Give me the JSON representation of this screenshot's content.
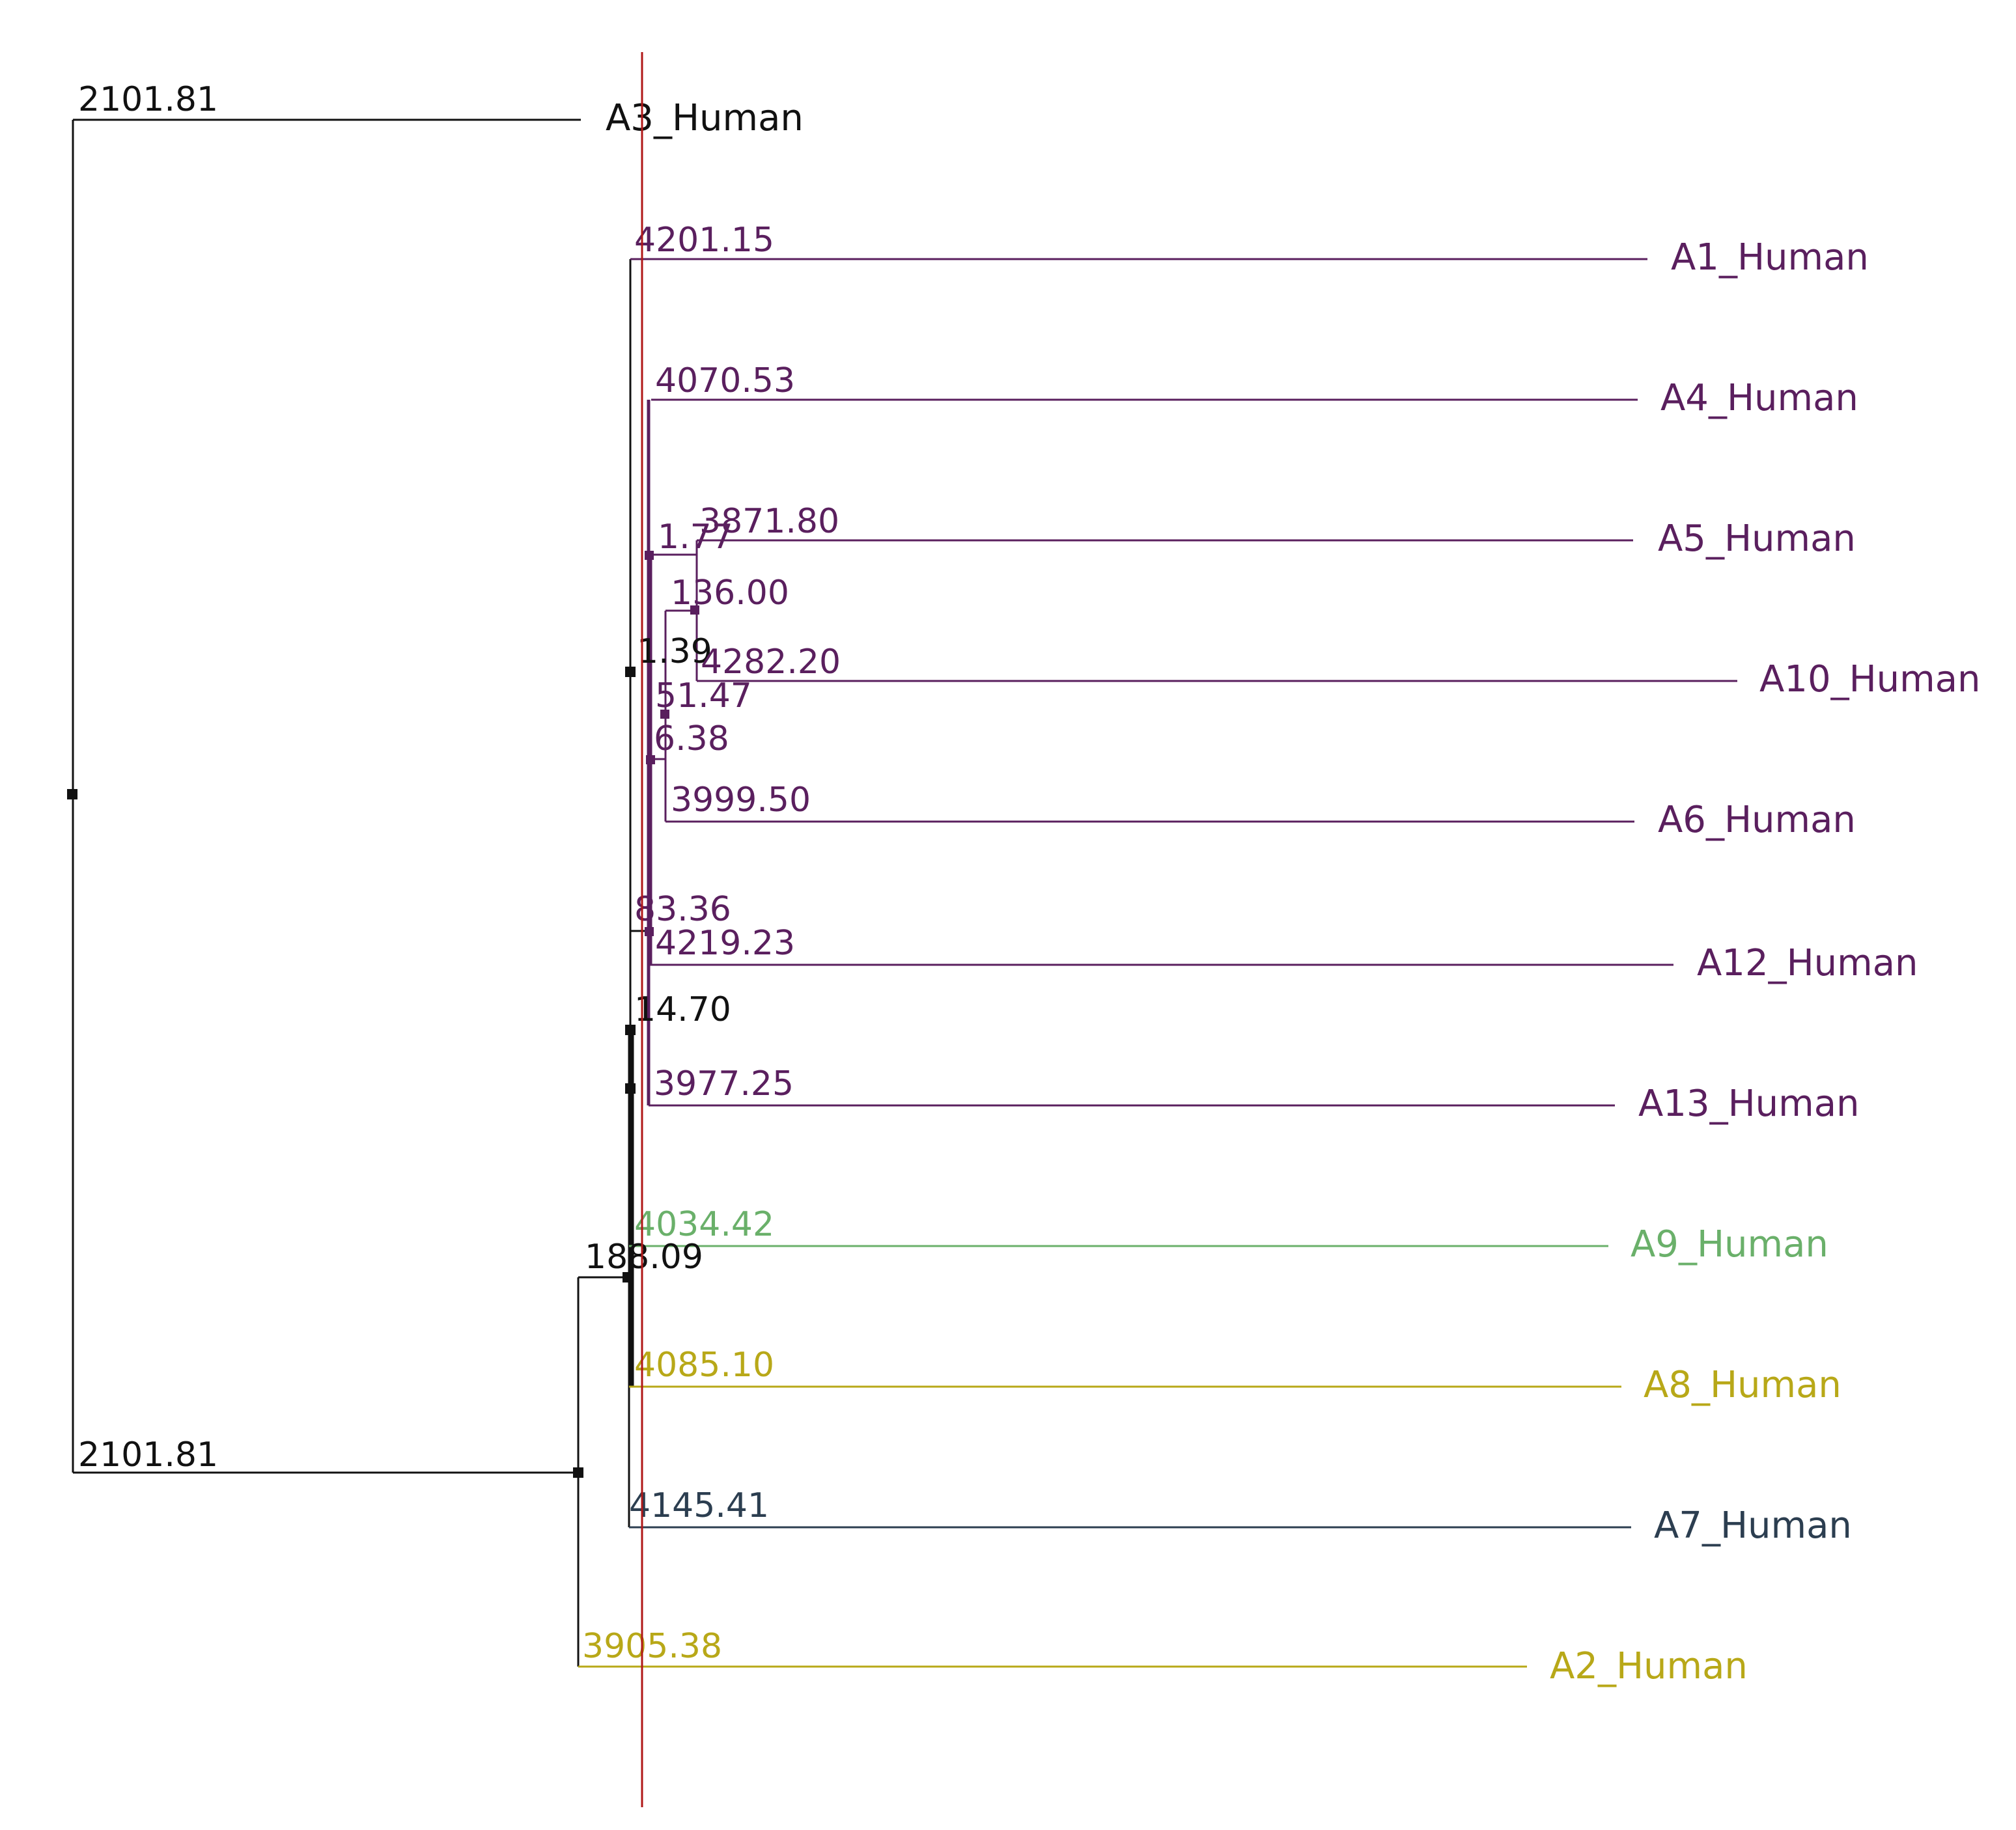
{
  "colors": {
    "black": "#111111",
    "purple": "#5a1f5e",
    "green": "#6ab06a",
    "olive": "#b8a818",
    "navy": "#2c3e50",
    "cut_line": "#b01818"
  },
  "leaves": [
    {
      "id": "A3",
      "label": "A3_Human"
    },
    {
      "id": "A1",
      "label": "A1_Human"
    },
    {
      "id": "A4",
      "label": "A4_Human"
    },
    {
      "id": "A5",
      "label": "A5_Human"
    },
    {
      "id": "A10",
      "label": "A10_Human"
    },
    {
      "id": "A6",
      "label": "A6_Human"
    },
    {
      "id": "A12",
      "label": "A12_Human"
    },
    {
      "id": "A13",
      "label": "A13_Human"
    },
    {
      "id": "A9",
      "label": "A9_Human"
    },
    {
      "id": "A8",
      "label": "A8_Human"
    },
    {
      "id": "A7",
      "label": "A7_Human"
    },
    {
      "id": "A2",
      "label": "A2_Human"
    }
  ],
  "branch_values": {
    "root_top": "2101.81",
    "root_bottom": "2101.81",
    "a1": "4201.15",
    "a4": "4070.53",
    "a5": "3871.80",
    "n_1_77": "1.77",
    "n_136_00": "136.00",
    "n_1_39": "1.39",
    "a10": "4282.20",
    "n_51_47": "51.47",
    "n_6_38": "6.38",
    "a6": "3999.50",
    "n_83_36": "83.36",
    "a12": "4219.23",
    "n_14_70": "14.70",
    "a13": "3977.25",
    "a9": "4034.42",
    "n_188_09": "188.09",
    "a8": "4085.10",
    "a7": "4145.41",
    "a2": "3905.38"
  }
}
